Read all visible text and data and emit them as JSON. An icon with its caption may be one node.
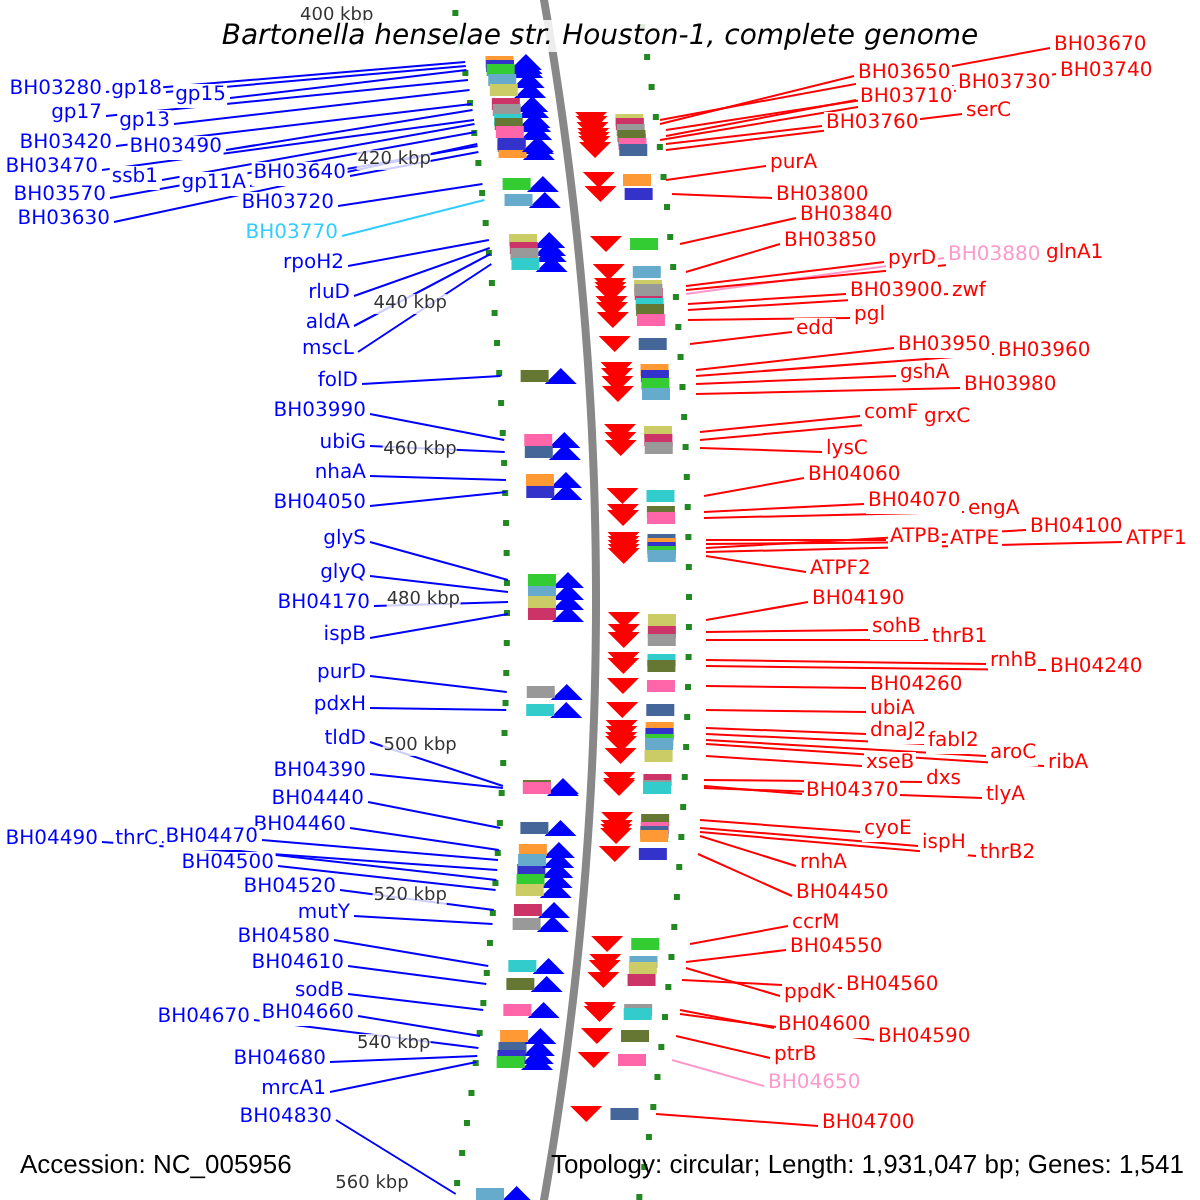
{
  "diagram": {
    "title": "Bartonella henselae str. Houston-1, complete genome",
    "nodes": [
      {
        "text": [
          "BH03280"
        ]
      },
      {
        "text": [
          "gp18"
        ]
      },
      {
        "text": [
          "gp15"
        ]
      },
      {
        "text": [
          "gp17"
        ]
      },
      {
        "text": [
          "gp13"
        ]
      },
      {
        "text": [
          "BH03420"
        ]
      },
      {
        "text": [
          "BH03490"
        ]
      },
      {
        "text": [
          "BH03470"
        ]
      },
      {
        "text": [
          "ssb1"
        ]
      },
      {
        "text": [
          "BH03570"
        ]
      },
      {
        "text": [
          "gp11A"
        ]
      },
      {
        "text": [
          "BH03640"
        ]
      },
      {
        "text": [
          "BH03630"
        ]
      },
      {
        "text": [
          "BH03720"
        ]
      },
      {
        "text": [
          "BH03770"
        ]
      },
      {
        "text": [
          "rpoH2"
        ]
      },
      {
        "text": [
          "rluD"
        ]
      },
      {
        "text": [
          "aldA"
        ]
      },
      {
        "text": [
          "mscL"
        ]
      },
      {
        "text": [
          "folD"
        ]
      },
      {
        "text": [
          "BH03990"
        ]
      },
      {
        "text": [
          "ubiG"
        ]
      },
      {
        "text": [
          "nhaA"
        ]
      },
      {
        "text": [
          "BH04050"
        ]
      },
      {
        "text": [
          "glyS"
        ]
      },
      {
        "text": [
          "glyQ"
        ]
      },
      {
        "text": [
          "BH04170"
        ]
      },
      {
        "text": [
          "ispB"
        ]
      },
      {
        "text": [
          "purD"
        ]
      },
      {
        "text": [
          "pdxH"
        ]
      },
      {
        "text": [
          "tldD"
        ]
      },
      {
        "text": [
          "BH04390"
        ]
      },
      {
        "text": [
          "BH04440"
        ]
      },
      {
        "text": [
          "BH04460"
        ]
      },
      {
        "text": [
          "BH04490"
        ]
      },
      {
        "text": [
          "thrC"
        ]
      },
      {
        "text": [
          "BH04470"
        ]
      },
      {
        "text": [
          "BH04500"
        ]
      },
      {
        "text": [
          "BH04520"
        ]
      },
      {
        "text": [
          "mutY"
        ]
      },
      {
        "text": [
          "BH04580"
        ]
      },
      {
        "text": [
          "BH04610"
        ]
      },
      {
        "text": [
          "sodB"
        ]
      },
      {
        "text": [
          "BH04670"
        ]
      },
      {
        "text": [
          "BH04660"
        ]
      },
      {
        "text": [
          "BH04680"
        ]
      },
      {
        "text": [
          "mrcA1"
        ]
      },
      {
        "text": [
          "BH04830"
        ]
      },
      {
        "text": [
          "BH03670"
        ]
      },
      {
        "text": [
          "BH03650"
        ]
      },
      {
        "text": [
          "BH03730"
        ]
      },
      {
        "text": [
          "BH03740"
        ]
      },
      {
        "text": [
          "BH03710"
        ]
      },
      {
        "text": [
          "BH03760"
        ]
      },
      {
        "text": [
          "serC"
        ]
      },
      {
        "text": [
          "purA"
        ]
      },
      {
        "text": [
          "BH03800"
        ]
      },
      {
        "text": [
          "BH03840"
        ]
      },
      {
        "text": [
          "BH03850"
        ]
      },
      {
        "text": [
          "pyrD"
        ]
      },
      {
        "text": [
          "BH03880"
        ]
      },
      {
        "text": [
          "glnA1"
        ]
      },
      {
        "text": [
          "BH03900"
        ]
      },
      {
        "text": [
          "zwf"
        ]
      },
      {
        "text": [
          "pgl"
        ]
      },
      {
        "text": [
          "edd"
        ]
      },
      {
        "text": [
          "BH03950"
        ]
      },
      {
        "text": [
          "BH03960"
        ]
      },
      {
        "text": [
          "gshA"
        ]
      },
      {
        "text": [
          "BH03980"
        ]
      },
      {
        "text": [
          "comF"
        ]
      },
      {
        "text": [
          "grxC"
        ]
      },
      {
        "text": [
          "lysC"
        ]
      },
      {
        "text": [
          "BH04060"
        ]
      },
      {
        "text": [
          "BH04070"
        ]
      },
      {
        "text": [
          "engA"
        ]
      },
      {
        "text": [
          "ATPB"
        ]
      },
      {
        "text": [
          "ATPE"
        ]
      },
      {
        "text": [
          "BH04100"
        ]
      },
      {
        "text": [
          "ATPF1"
        ]
      },
      {
        "text": [
          "ATPF2"
        ]
      },
      {
        "text": [
          "BH04190"
        ]
      },
      {
        "text": [
          "sohB"
        ]
      },
      {
        "text": [
          "thrB1"
        ]
      },
      {
        "text": [
          "rnhB"
        ]
      },
      {
        "text": [
          "BH04240"
        ]
      },
      {
        "text": [
          "BH04260"
        ]
      },
      {
        "text": [
          "ubiA"
        ]
      },
      {
        "text": [
          "dnaJ2"
        ]
      },
      {
        "text": [
          "fabI2"
        ]
      },
      {
        "text": [
          "aroC"
        ]
      },
      {
        "text": [
          "ribA"
        ]
      },
      {
        "text": [
          "xseB"
        ]
      },
      {
        "text": [
          "dxs"
        ]
      },
      {
        "text": [
          "BH04370"
        ]
      },
      {
        "text": [
          "tlyA"
        ]
      },
      {
        "text": [
          "cyoE"
        ]
      },
      {
        "text": [
          "ispH"
        ]
      },
      {
        "text": [
          "thrB2"
        ]
      },
      {
        "text": [
          "rnhA"
        ]
      },
      {
        "text": [
          "BH04450"
        ]
      },
      {
        "text": [
          "ccrM"
        ]
      },
      {
        "text": [
          "BH04550"
        ]
      },
      {
        "text": [
          "ppdK"
        ]
      },
      {
        "text": [
          "BH04560"
        ]
      },
      {
        "text": [
          "BH04600"
        ]
      },
      {
        "text": [
          "BH04590"
        ]
      },
      {
        "text": [
          "ptrB"
        ]
      },
      {
        "text": [
          "BH04650"
        ]
      },
      {
        "text": [
          "BH04700"
        ]
      }
    ],
    "edges": [
      {
        "from": 0,
        "to": null,
        "arrow": "none",
        "color": "#0000ff"
      },
      {
        "from": 1,
        "to": null,
        "arrow": "none",
        "color": "#0000ff"
      },
      {
        "from": 2,
        "to": null,
        "arrow": "none",
        "color": "#0000ff"
      },
      {
        "from": 3,
        "to": null,
        "arrow": "none",
        "color": "#0000ff"
      },
      {
        "from": 4,
        "to": null,
        "arrow": "none",
        "color": "#0000ff"
      },
      {
        "from": 5,
        "to": null,
        "arrow": "none",
        "color": "#0000ff"
      },
      {
        "from": 6,
        "to": null,
        "arrow": "none",
        "color": "#0000ff"
      },
      {
        "from": 7,
        "to": null,
        "arrow": "none",
        "color": "#0000ff"
      },
      {
        "from": 8,
        "to": null,
        "arrow": "none",
        "color": "#0000ff"
      },
      {
        "from": 9,
        "to": null,
        "arrow": "none",
        "color": "#0000ff"
      },
      {
        "from": 10,
        "to": null,
        "arrow": "none",
        "color": "#0000ff"
      },
      {
        "from": 11,
        "to": null,
        "arrow": "none",
        "color": "#0000ff"
      },
      {
        "from": 12,
        "to": null,
        "arrow": "none",
        "color": "#0000ff"
      },
      {
        "from": 13,
        "to": null,
        "arrow": "none",
        "color": "#0000ff"
      },
      {
        "from": 14,
        "to": null,
        "arrow": "none",
        "color": "#33ccff"
      },
      {
        "from": 15,
        "to": null,
        "arrow": "none",
        "color": "#0000ff"
      },
      {
        "from": 16,
        "to": null,
        "arrow": "none",
        "color": "#0000ff"
      },
      {
        "from": 17,
        "to": null,
        "arrow": "none",
        "color": "#0000ff"
      },
      {
        "from": 18,
        "to": null,
        "arrow": "none",
        "color": "#0000ff"
      },
      {
        "from": 19,
        "to": null,
        "arrow": "none",
        "color": "#0000ff"
      },
      {
        "from": 20,
        "to": null,
        "arrow": "none",
        "color": "#0000ff"
      },
      {
        "from": 21,
        "to": null,
        "arrow": "none",
        "color": "#0000ff"
      },
      {
        "from": 22,
        "to": null,
        "arrow": "none",
        "color": "#0000ff"
      },
      {
        "from": 23,
        "to": null,
        "arrow": "none",
        "color": "#0000ff"
      },
      {
        "from": 24,
        "to": null,
        "arrow": "none",
        "color": "#0000ff"
      },
      {
        "from": 25,
        "to": null,
        "arrow": "none",
        "color": "#0000ff"
      },
      {
        "from": 26,
        "to": null,
        "arrow": "none",
        "color": "#0000ff"
      },
      {
        "from": 27,
        "to": null,
        "arrow": "none",
        "color": "#0000ff"
      },
      {
        "from": 28,
        "to": null,
        "arrow": "none",
        "color": "#0000ff"
      },
      {
        "from": 29,
        "to": null,
        "arrow": "none",
        "color": "#0000ff"
      },
      {
        "from": 30,
        "to": null,
        "arrow": "none",
        "color": "#0000ff"
      },
      {
        "from": 31,
        "to": null,
        "arrow": "none",
        "color": "#0000ff"
      },
      {
        "from": 32,
        "to": null,
        "arrow": "none",
        "color": "#0000ff"
      },
      {
        "from": 33,
        "to": null,
        "arrow": "none",
        "color": "#0000ff"
      },
      {
        "from": 34,
        "to": null,
        "arrow": "none",
        "color": "#0000ff"
      },
      {
        "from": 35,
        "to": null,
        "arrow": "none",
        "color": "#0000ff"
      },
      {
        "from": 36,
        "to": null,
        "arrow": "none",
        "color": "#0000ff"
      },
      {
        "from": 37,
        "to": null,
        "arrow": "none",
        "color": "#0000ff"
      },
      {
        "from": 38,
        "to": null,
        "arrow": "none",
        "color": "#0000ff"
      },
      {
        "from": 39,
        "to": null,
        "arrow": "none",
        "color": "#0000ff"
      },
      {
        "from": 40,
        "to": null,
        "arrow": "none",
        "color": "#0000ff"
      },
      {
        "from": 41,
        "to": null,
        "arrow": "none",
        "color": "#0000ff"
      },
      {
        "from": 42,
        "to": null,
        "arrow": "none",
        "color": "#0000ff"
      },
      {
        "from": 43,
        "to": null,
        "arrow": "none",
        "color": "#0000ff"
      },
      {
        "from": 44,
        "to": null,
        "arrow": "none",
        "color": "#0000ff"
      },
      {
        "from": 45,
        "to": null,
        "arrow": "none",
        "color": "#0000ff"
      },
      {
        "from": 46,
        "to": null,
        "arrow": "none",
        "color": "#0000ff"
      },
      {
        "from": 47,
        "to": null,
        "arrow": "none",
        "color": "#0000ff"
      },
      {
        "from": 48,
        "to": null,
        "arrow": "none"
      },
      {
        "from": 49,
        "to": null,
        "arrow": "none"
      },
      {
        "from": 50,
        "to": null,
        "arrow": "none"
      },
      {
        "from": 51,
        "to": null,
        "arrow": "none"
      },
      {
        "from": 52,
        "to": null,
        "arrow": "none"
      },
      {
        "from": 53,
        "to": null,
        "arrow": "none"
      },
      {
        "from": 54,
        "to": null,
        "arrow": "none"
      },
      {
        "from": 55,
        "to": null,
        "arrow": "none"
      },
      {
        "from": 56,
        "to": null,
        "arrow": "none"
      },
      {
        "from": 57,
        "to": null,
        "arrow": "none"
      },
      {
        "from": 58,
        "to": null,
        "arrow": "none"
      },
      {
        "from": 59,
        "to": null,
        "arrow": "none"
      },
      {
        "from": 60,
        "to": null,
        "arrow": "none",
        "color": "#ff99cc"
      },
      {
        "from": 61,
        "to": null,
        "arrow": "none"
      },
      {
        "from": 62,
        "to": null,
        "arrow": "none"
      },
      {
        "from": 63,
        "to": null,
        "arrow": "none"
      },
      {
        "from": 64,
        "to": null,
        "arrow": "none"
      },
      {
        "from": 65,
        "to": null,
        "arrow": "none"
      },
      {
        "from": 66,
        "to": null,
        "arrow": "none"
      },
      {
        "from": 67,
        "to": null,
        "arrow": "none"
      },
      {
        "from": 68,
        "to": null,
        "arrow": "none"
      },
      {
        "from": 69,
        "to": null,
        "arrow": "none"
      },
      {
        "from": 70,
        "to": null,
        "arrow": "none"
      },
      {
        "from": 71,
        "to": null,
        "arrow": "none"
      },
      {
        "from": 72,
        "to": null,
        "arrow": "none"
      },
      {
        "from": 73,
        "to": null,
        "arrow": "none"
      },
      {
        "from": 74,
        "to": null,
        "arrow": "none"
      },
      {
        "from": 75,
        "to": null,
        "arrow": "none"
      },
      {
        "from": 76,
        "to": null,
        "arrow": "none"
      },
      {
        "from": 77,
        "to": null,
        "arrow": "none"
      },
      {
        "from": 78,
        "to": null,
        "arrow": "none"
      },
      {
        "from": 79,
        "to": null,
        "arrow": "none"
      },
      {
        "from": 80,
        "to": null,
        "arrow": "none"
      },
      {
        "from": 81,
        "to": null,
        "arrow": "none"
      },
      {
        "from": 82,
        "to": null,
        "arrow": "none"
      },
      {
        "from": 83,
        "to": null,
        "arrow": "none"
      },
      {
        "from": 84,
        "to": null,
        "arrow": "none"
      },
      {
        "from": 85,
        "to": null,
        "arrow": "none"
      },
      {
        "from": 86,
        "to": null,
        "arrow": "none"
      },
      {
        "from": 87,
        "to": null,
        "arrow": "none"
      },
      {
        "from": 88,
        "to": null,
        "arrow": "none"
      },
      {
        "from": 89,
        "to": null,
        "arrow": "none"
      },
      {
        "from": 90,
        "to": null,
        "arrow": "none"
      },
      {
        "from": 91,
        "to": null,
        "arrow": "none"
      },
      {
        "from": 92,
        "to": null,
        "arrow": "none"
      },
      {
        "from": 93,
        "to": null,
        "arrow": "none"
      },
      {
        "from": 94,
        "to": null,
        "arrow": "none"
      },
      {
        "from": 95,
        "to": null,
        "arrow": "none"
      },
      {
        "from": 96,
        "to": null,
        "arrow": "none"
      },
      {
        "from": 97,
        "to": null,
        "arrow": "none"
      },
      {
        "from": 98,
        "to": null,
        "arrow": "none"
      },
      {
        "from": 99,
        "to": null,
        "arrow": "none"
      },
      {
        "from": 100,
        "to": null,
        "arrow": "none"
      },
      {
        "from": 101,
        "to": null,
        "arrow": "none"
      },
      {
        "from": 102,
        "to": null,
        "arrow": "none"
      },
      {
        "from": 103,
        "to": null,
        "arrow": "none"
      },
      {
        "from": 104,
        "to": null,
        "arrow": "none"
      },
      {
        "from": 105,
        "to": null,
        "arrow": "none"
      },
      {
        "from": 106,
        "to": null,
        "arrow": "none"
      },
      {
        "from": 107,
        "to": null,
        "arrow": "none"
      },
      {
        "from": 108,
        "to": null,
        "arrow": "none",
        "color": "#ff99cc"
      },
      {
        "from": 109,
        "to": null,
        "arrow": "none"
      }
    ],
    "labels": [
      "400 kbp",
      "420 kbp",
      "440 kbp",
      "460 kbp",
      "480 kbp",
      "500 kbp",
      "520 kbp",
      "540 kbp",
      "560 kbp",
      "Accession: NC_005956",
      "Topology: circular; Length: 1,931,047 bp; Genes: 1,541"
    ]
  }
}
